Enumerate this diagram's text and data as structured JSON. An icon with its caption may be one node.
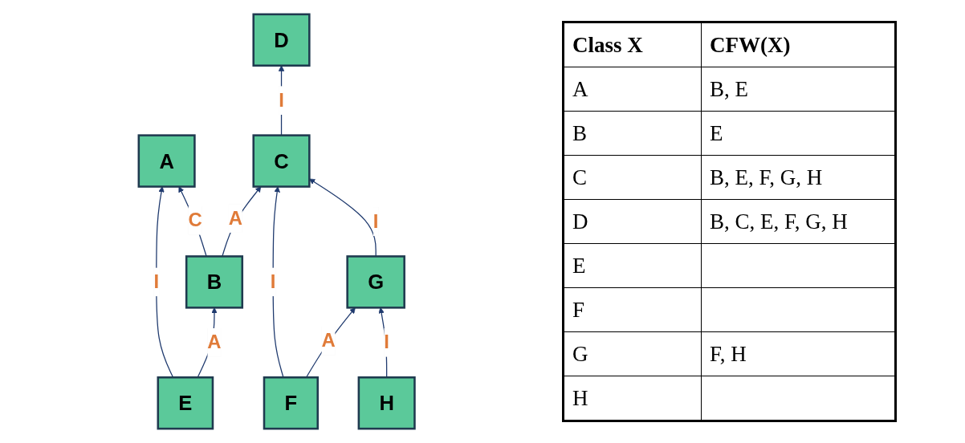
{
  "diagram": {
    "nodes": [
      {
        "text": [
          "D"
        ]
      },
      {
        "text": [
          "A"
        ]
      },
      {
        "text": [
          "B"
        ]
      },
      {
        "text": [
          "C"
        ]
      },
      {
        "text": [
          "E"
        ]
      },
      {
        "text": [
          "F"
        ]
      },
      {
        "text": [
          "G"
        ]
      },
      {
        "text": [
          "H"
        ]
      }
    ],
    "edges": [
      {
        "from": 2,
        "to": 1,
        "arrow": "to",
        "label": "C"
      },
      {
        "from": 2,
        "to": 3,
        "arrow": "to",
        "label": "A"
      },
      {
        "from": 3,
        "to": 0,
        "arrow": "to",
        "label": "I"
      },
      {
        "from": 4,
        "to": 1,
        "arrow": "to",
        "label": "I"
      },
      {
        "from": 4,
        "to": 2,
        "arrow": "to",
        "label": "A"
      },
      {
        "from": 5,
        "to": 3,
        "arrow": "to",
        "label": "I"
      },
      {
        "from": 6,
        "to": 3,
        "arrow": "to",
        "label": "I"
      },
      {
        "from": 5,
        "to": 6,
        "arrow": "to",
        "label": "A"
      },
      {
        "from": 7,
        "to": 6,
        "arrow": "to",
        "label": "I"
      }
    ],
    "labels": [
      "Class X",
      "CFW(X)",
      "A",
      "B, E",
      "B",
      "E",
      "C",
      "B, E, F, G, H",
      "D",
      "B, C, E, F, G, H",
      "E",
      "F",
      "G",
      "F, H",
      "H"
    ]
  }
}
